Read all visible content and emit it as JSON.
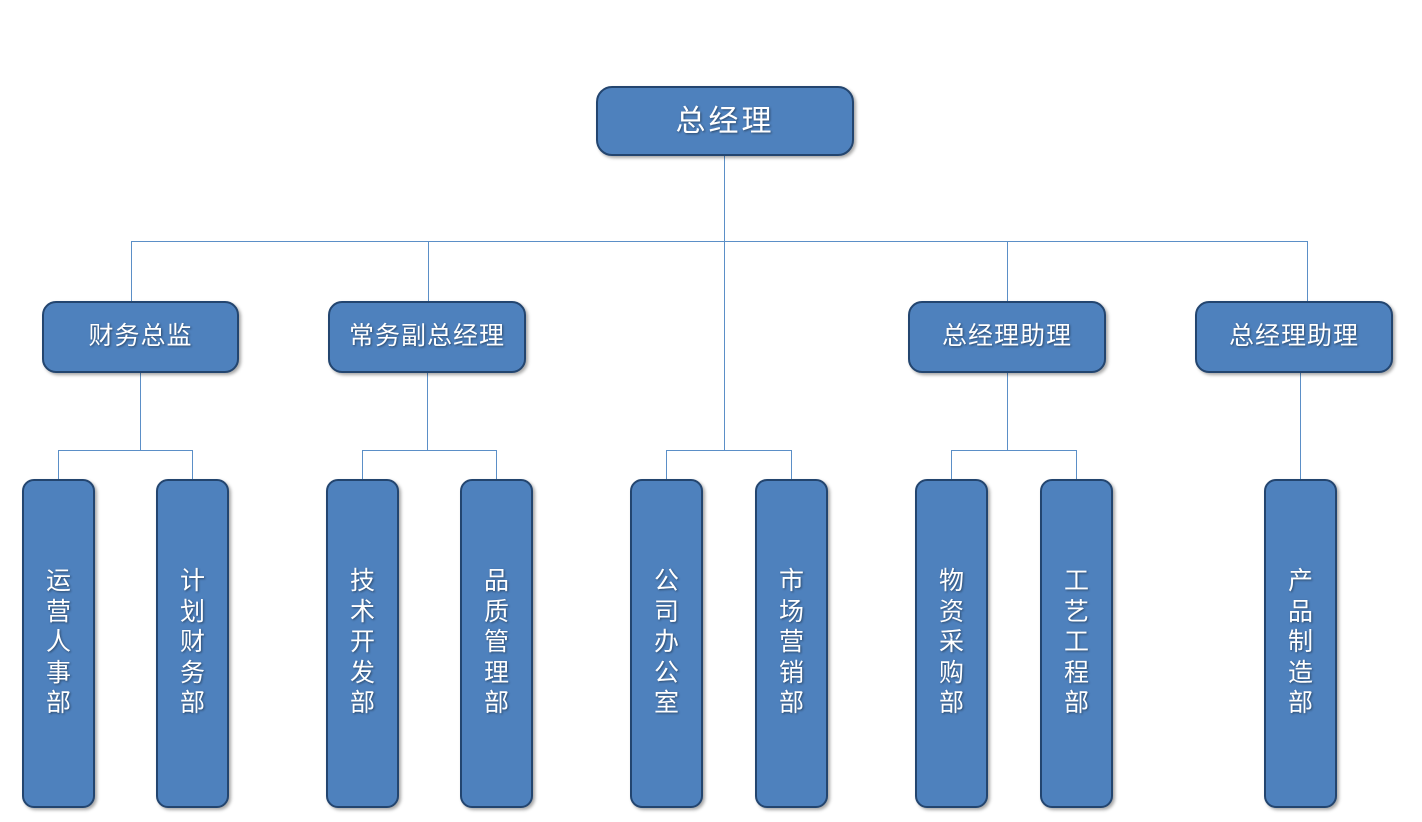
{
  "chart_data": {
    "type": "diagram",
    "diagram_kind": "organization-chart",
    "title": "",
    "orientation": "top-down",
    "levels": 3,
    "colors": {
      "node_fill": "#4e81bd",
      "node_border": "#23456f",
      "node_text": "#ffffff",
      "connector": "#5b8fc7",
      "background": "#ffffff"
    },
    "nodes": [
      {
        "id": "gm",
        "label": "总经理",
        "level": 1,
        "parent": null
      },
      {
        "id": "cfo",
        "label": "财务总监",
        "level": 2,
        "parent": "gm"
      },
      {
        "id": "evp",
        "label": "常务副总经理",
        "level": 2,
        "parent": "gm"
      },
      {
        "id": "asst1",
        "label": "总经理助理",
        "level": 2,
        "parent": "gm"
      },
      {
        "id": "asst2",
        "label": "总经理助理",
        "level": 2,
        "parent": "gm"
      },
      {
        "id": "dept-hr",
        "label": "运营人事部",
        "level": 3,
        "parent": "cfo"
      },
      {
        "id": "dept-fin",
        "label": "计划财务部",
        "level": 3,
        "parent": "cfo"
      },
      {
        "id": "dept-tech",
        "label": "技术开发部",
        "level": 3,
        "parent": "evp"
      },
      {
        "id": "dept-qa",
        "label": "品质管理部",
        "level": 3,
        "parent": "evp"
      },
      {
        "id": "dept-off",
        "label": "公司办公室",
        "level": 3,
        "parent": "gm"
      },
      {
        "id": "dept-mkt",
        "label": "市场营销部",
        "level": 3,
        "parent": "gm"
      },
      {
        "id": "dept-proc",
        "label": "物资采购部",
        "level": 3,
        "parent": "asst1"
      },
      {
        "id": "dept-eng",
        "label": "工艺工程部",
        "level": 3,
        "parent": "asst1"
      },
      {
        "id": "dept-mfg",
        "label": "产品制造部",
        "level": 3,
        "parent": "asst2"
      }
    ]
  },
  "root": {
    "label": "总经理"
  },
  "managers": [
    {
      "label": "财务总监"
    },
    {
      "label": "常务副总经理"
    },
    {
      "label": "总经理助理"
    },
    {
      "label": "总经理助理"
    }
  ],
  "departments": [
    {
      "label": "运营人事部"
    },
    {
      "label": "计划财务部"
    },
    {
      "label": "技术开发部"
    },
    {
      "label": "品质管理部"
    },
    {
      "label": "公司办公室"
    },
    {
      "label": "市场营销部"
    },
    {
      "label": "物资采购部"
    },
    {
      "label": "工艺工程部"
    },
    {
      "label": "产品制造部"
    }
  ]
}
